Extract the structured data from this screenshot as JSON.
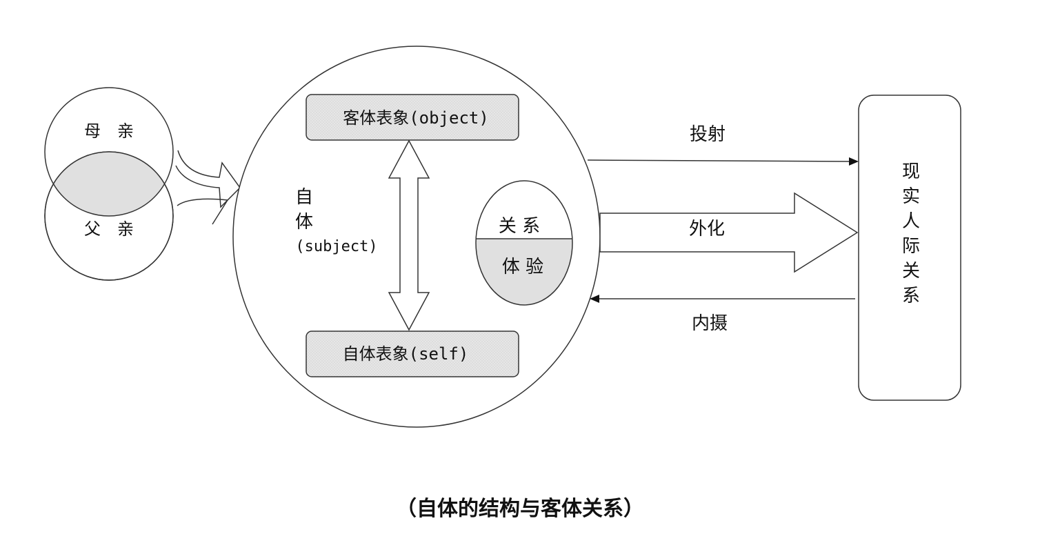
{
  "diagram": {
    "mother": "母　亲",
    "father": "父　亲",
    "object_box": "客体表象(object)",
    "self_box": "自体表象(self)",
    "subject_char1": "自",
    "subject_char2": "体",
    "subject_latin": "(subject)",
    "relation_top": "关 系",
    "relation_bottom": "体 验",
    "projection": "投射",
    "externalization": "外化",
    "introjection": "内摄",
    "reality_lines": [
      "现",
      "实",
      "人",
      "际",
      "关",
      "系"
    ]
  },
  "caption": "（自体的结构与客体关系）",
  "colors": {
    "line": "#333333",
    "fill_gray": "#e0e0e0",
    "background": "#ffffff"
  }
}
